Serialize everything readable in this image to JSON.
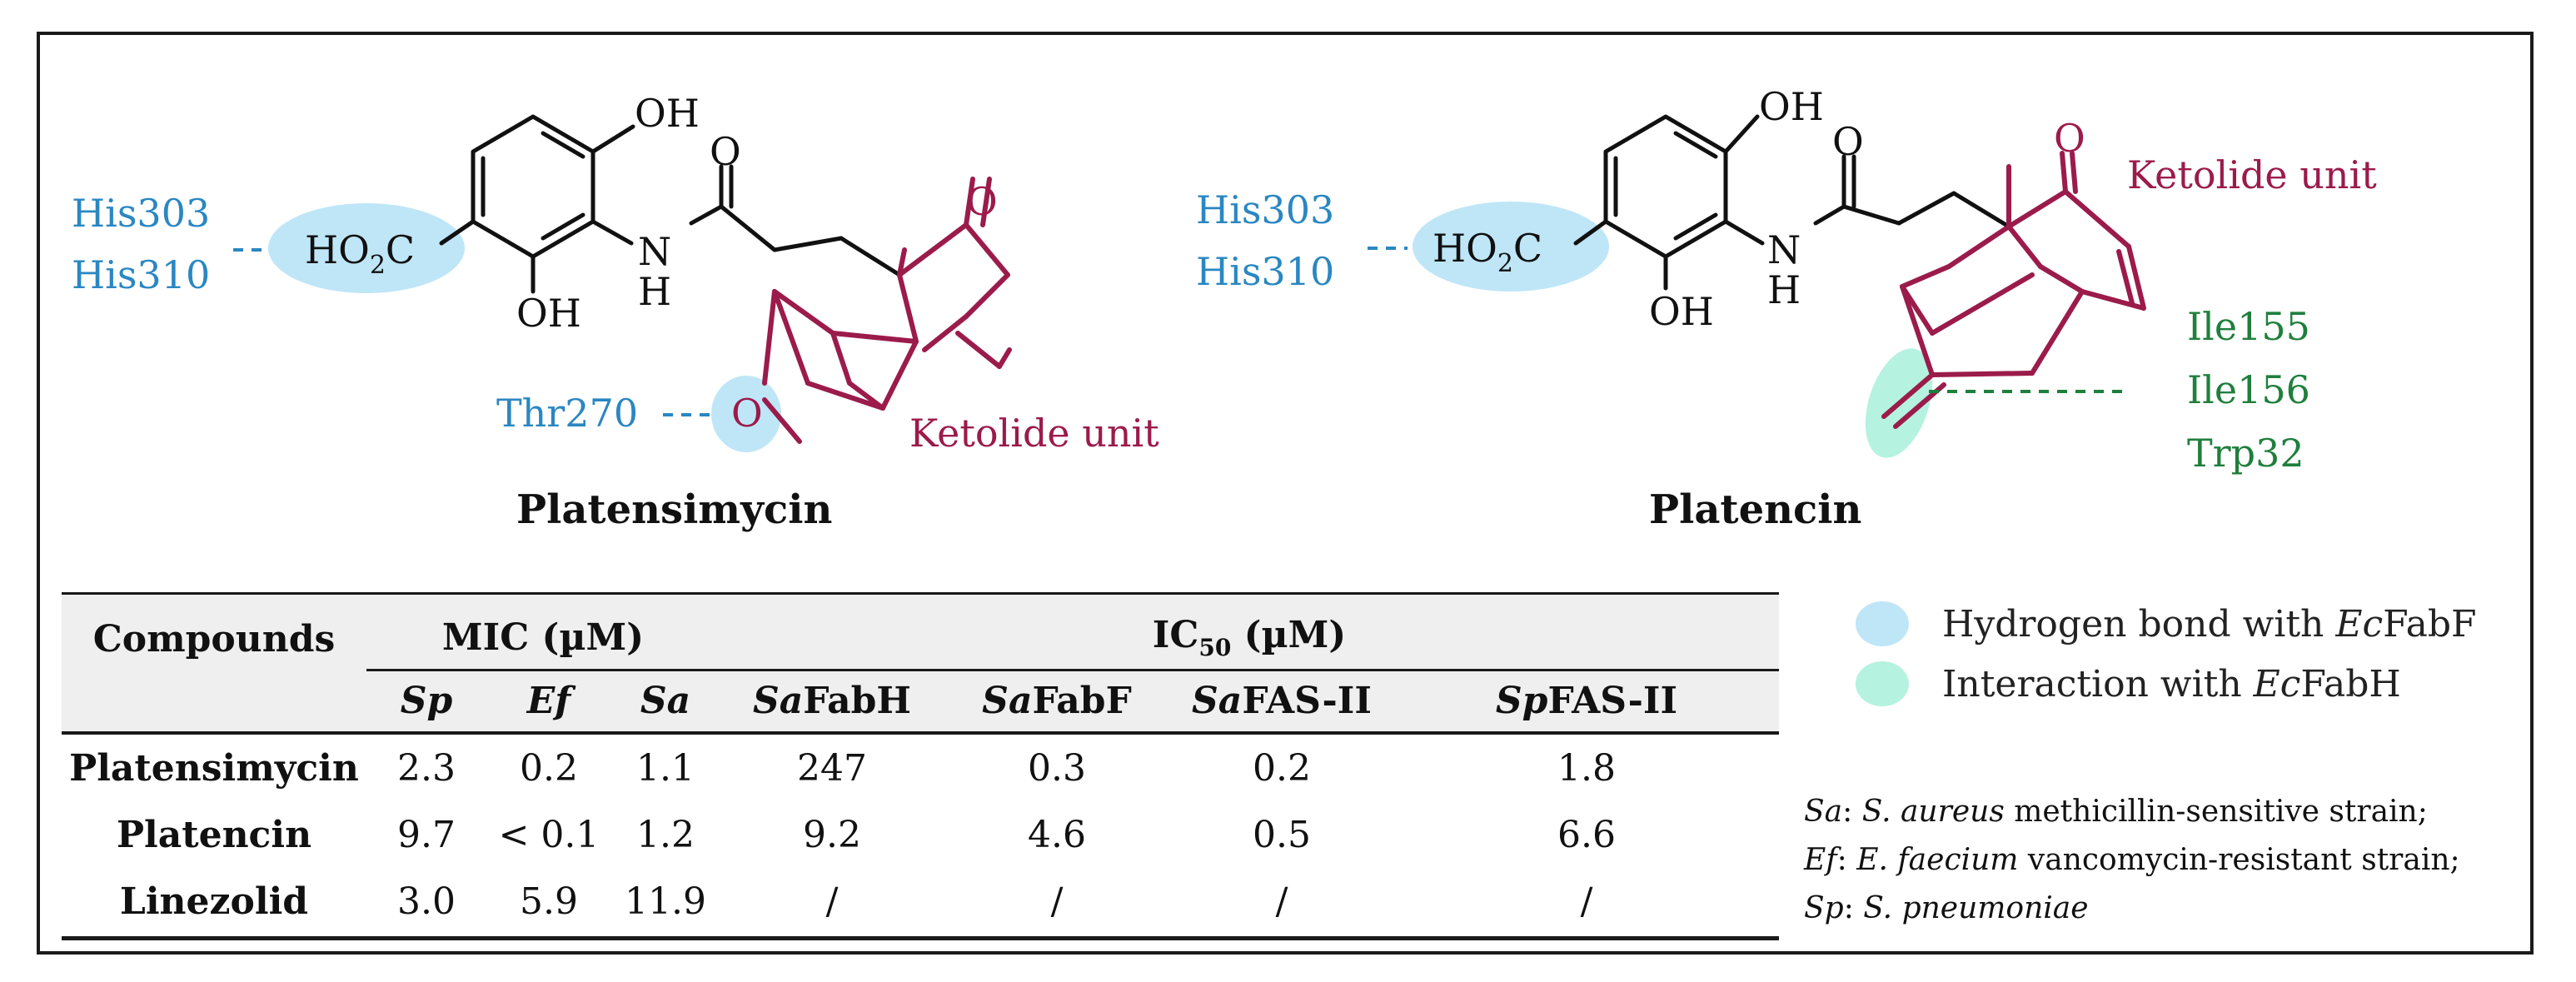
{
  "molecules": {
    "left": {
      "name": "Platensimycin",
      "residues_h": [
        "His303",
        "His310"
      ],
      "residue_o": "Thr270",
      "unit_label": "Ketolide unit",
      "atoms": {
        "oh_top": "OH",
        "oh_bottom": "OH",
        "acid": "HO",
        "acid_sub": "2",
        "acid_c": "C",
        "n": "N",
        "h": "H",
        "o_carbonyl": "O",
        "o_ketone": "O",
        "o_ether": "O"
      }
    },
    "right": {
      "name": "Platencin",
      "residues_h": [
        "His303",
        "His310"
      ],
      "residues_hyd": [
        "Ile155",
        "Ile156",
        "Trp32"
      ],
      "unit_label": "Ketolide unit",
      "atoms": {
        "oh_top": "OH",
        "oh_bottom": "OH",
        "acid": "HO",
        "acid_sub": "2",
        "acid_c": "C",
        "n": "N",
        "h": "H",
        "o_carbonyl": "O",
        "o_ketone": "O"
      }
    }
  },
  "table": {
    "corner": "Compounds",
    "group_mic": "MIC (µM)",
    "group_ic50_a": "IC",
    "group_ic50_sub": "50",
    "group_ic50_b": " (µM)",
    "subheaders": [
      {
        "pre": "Sp",
        "post": ""
      },
      {
        "pre": "Ef",
        "post": ""
      },
      {
        "pre": "Sa",
        "post": ""
      },
      {
        "pre": "Sa",
        "post": "FabH"
      },
      {
        "pre": "Sa",
        "post": "FabF"
      },
      {
        "pre": "Sa",
        "post": "FAS-II"
      },
      {
        "pre": "Sp",
        "post": "FAS-II"
      }
    ],
    "rows": [
      {
        "name": "Platensimycin",
        "values": [
          "2.3",
          "0.2",
          "1.1",
          "247",
          "0.3",
          "0.2",
          "1.8"
        ]
      },
      {
        "name": "Platencin",
        "values": [
          "9.7",
          "< 0.1",
          "1.2",
          "9.2",
          "4.6",
          "0.5",
          "6.6"
        ]
      },
      {
        "name": "Linezolid",
        "values": [
          "3.0",
          "5.9",
          "11.9",
          "/",
          "/",
          "/",
          "/"
        ]
      }
    ]
  },
  "legend": [
    {
      "pre": "Hydrogen bond with ",
      "it": "Ec",
      "post": "FabF",
      "color": "#bfe6f7"
    },
    {
      "pre": "Interaction with ",
      "it": "Ec",
      "post": "FabH",
      "color": "#b5f2df"
    }
  ],
  "notes": [
    {
      "abbr": "Sa",
      "sep": ": ",
      "species": "S. aureus",
      "desc": " methicillin-sensitive strain;"
    },
    {
      "abbr": "Ef",
      "sep": ": ",
      "species": "E. faecium",
      "desc": " vancomycin-resistant strain;"
    },
    {
      "abbr": "Sp",
      "sep": ": ",
      "species": "S. pneumoniae",
      "desc": ""
    }
  ],
  "colors": {
    "hbond": "#2a87c2",
    "hydrophobic": "#1f7f3c",
    "ketolide": "#9b1b4b"
  }
}
